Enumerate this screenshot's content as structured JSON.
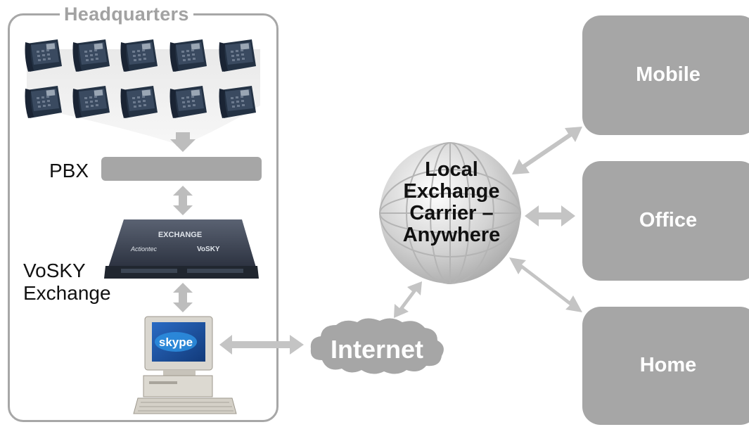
{
  "headquarters": {
    "title": "Headquarters",
    "phone_count": 10
  },
  "pbx": {
    "label": "PBX"
  },
  "vosky": {
    "label_line1": "VoSKY",
    "label_line2": "Exchange",
    "device_top_text": "EXCHANGE",
    "device_brand_left": "Actiontec",
    "device_brand_right": "VoSKY"
  },
  "computer": {
    "screen_text": "skype"
  },
  "internet": {
    "label": "Internet"
  },
  "carrier": {
    "line1": "Local",
    "line2": "Exchange",
    "line3": "Carrier –",
    "line4": "Anywhere"
  },
  "destinations": {
    "mobile": "Mobile",
    "office": "Office",
    "home": "Home"
  },
  "colors": {
    "gray": "#a6a6a6",
    "arrow": "#c4c4c4",
    "phone": "#243244",
    "screen_blue": "#1c4f9c"
  }
}
